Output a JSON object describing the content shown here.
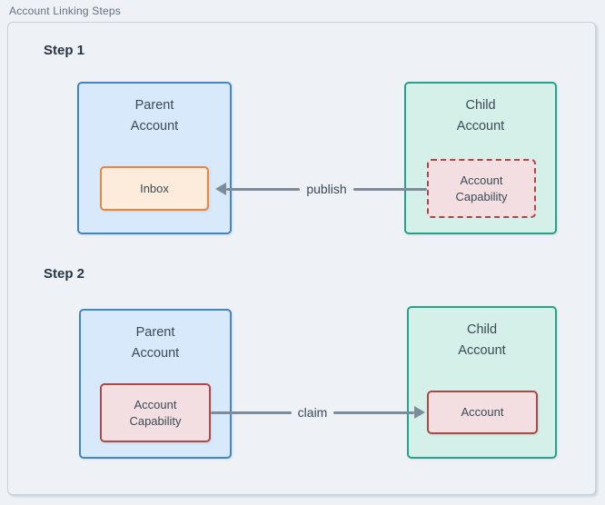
{
  "header": {
    "title": "Account Linking Steps"
  },
  "steps": [
    {
      "label": "Step 1",
      "parent": {
        "title_line1": "Parent",
        "title_line2": "Account",
        "inner": {
          "label": "Inbox",
          "border_style": "solid"
        }
      },
      "child": {
        "title_line1": "Child",
        "title_line2": "Account",
        "inner": {
          "label": "Account Capability",
          "border_style": "dashed"
        }
      },
      "arrow": {
        "label": "publish",
        "direction": "right-to-left",
        "from": "child.account-capability",
        "to": "parent.inbox"
      }
    },
    {
      "label": "Step 2",
      "parent": {
        "title_line1": "Parent",
        "title_line2": "Account",
        "inner": {
          "label": "Account Capability",
          "border_style": "solid"
        }
      },
      "child": {
        "title_line1": "Child",
        "title_line2": "Account",
        "inner": {
          "label": "Account",
          "border_style": "solid"
        }
      },
      "arrow": {
        "label": "claim",
        "direction": "left-to-right",
        "from": "parent.account-capability",
        "to": "child.account"
      }
    }
  ],
  "colors": {
    "page_background": "#eef1f5",
    "frame_border": "#c7d1da",
    "parent_fill": "#d7e9fb",
    "parent_border": "#3e86c7",
    "child_fill": "#d4f0e9",
    "child_border": "#26a28b",
    "inbox_fill": "#fdecdb",
    "inbox_border": "#e8853f",
    "capability_fill": "#f3dfe1",
    "capability_border": "#a84a47",
    "arrow": "#7e8c9a",
    "text": "#3c4956",
    "step_label_text": "#273545",
    "frame_label_text": "#64707e"
  }
}
